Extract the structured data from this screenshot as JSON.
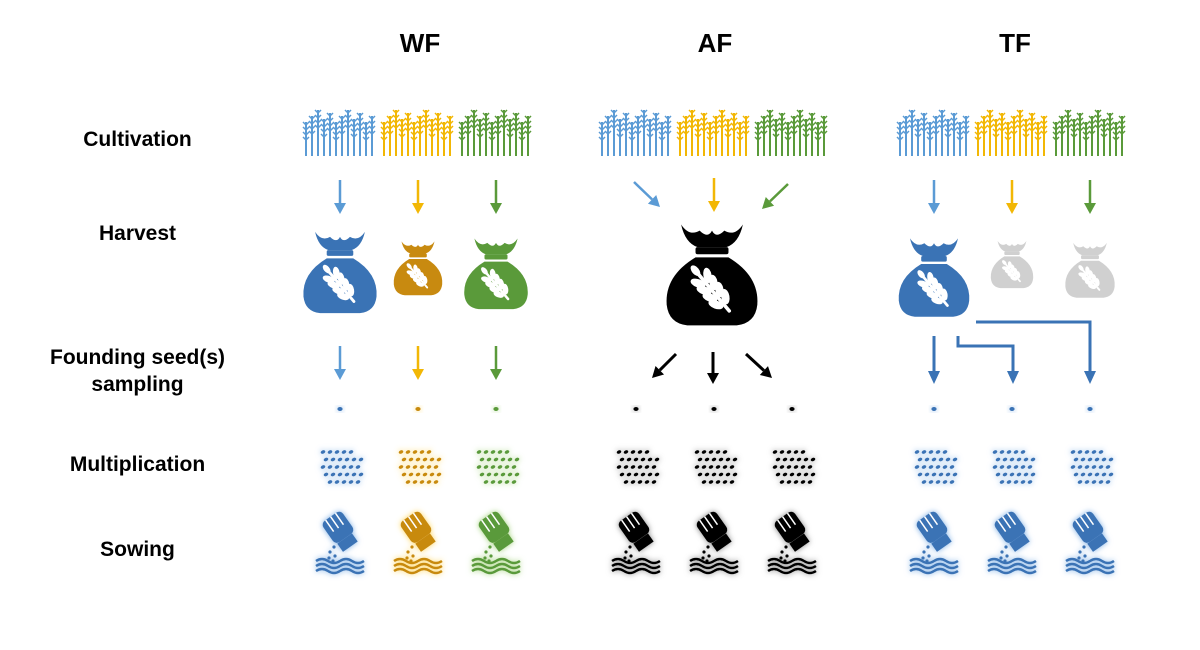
{
  "columns": [
    {
      "id": "wf",
      "title": "WF"
    },
    {
      "id": "af",
      "title": "AF"
    },
    {
      "id": "tf",
      "title": "TF"
    }
  ],
  "rows": {
    "cultivation": "Cultivation",
    "harvest": "Harvest",
    "sampling_line1": "Founding seed(s)",
    "sampling_line2": "sampling",
    "multiplication": "Multiplication",
    "sowing": "Sowing"
  },
  "colors": {
    "blue": "#3a73b5",
    "light_blue": "#5b9bd5",
    "yellow": "#f2b705",
    "gold": "#c88a10",
    "green": "#5a9a3a",
    "black": "#000000",
    "grey": "#d0d0d0"
  }
}
